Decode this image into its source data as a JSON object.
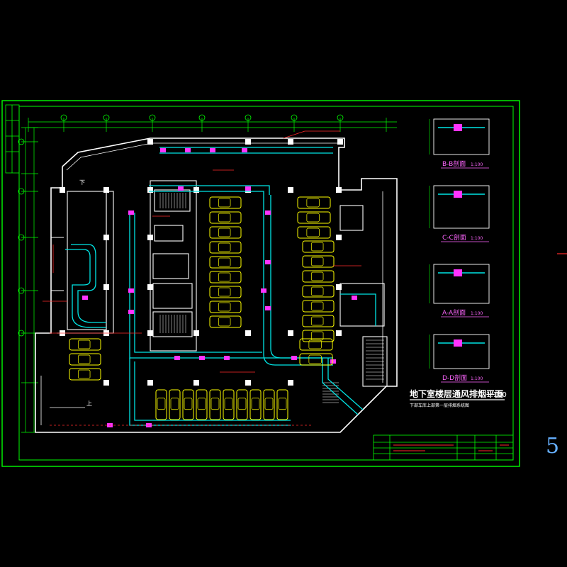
{
  "sheet": {
    "title": "地下室楼层通风排烟平面",
    "scale": "1:100",
    "subtitle": "下部车库上部第一层排烟系统图",
    "page_number": "5"
  },
  "sections": [
    {
      "label": "B-B剖面",
      "scale": "1:100"
    },
    {
      "label": "C-C剖面",
      "scale": "1:100"
    },
    {
      "label": "A-A剖面",
      "scale": "1:100"
    },
    {
      "label": "D-D剖面",
      "scale": "1:100"
    }
  ],
  "plan_labels": {
    "down_ramp": "下",
    "up_ramp": "上"
  },
  "colors": {
    "frame": "#00ff00",
    "walls": "#ffffff",
    "duct": "#00e5e5",
    "cars": "#ffff00",
    "dimension": "#00ff00",
    "annotation": "#ff2a2a",
    "fan": "#ff33ff",
    "section_title": "#ff66ff",
    "page_number": "#66b0ff"
  }
}
